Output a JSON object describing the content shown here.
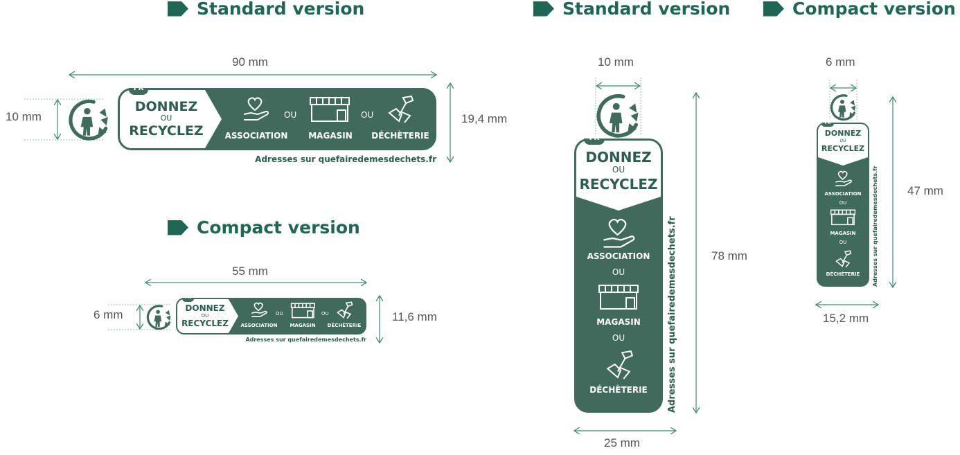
{
  "sections": {
    "standard_h_title": "Standard version",
    "compact_h_title": "Compact version",
    "standard_v_title": "Standard version",
    "compact_v_title": "Compact version"
  },
  "label": {
    "fr": "FR",
    "donnez": "DONNEZ",
    "ou": "OU",
    "recyclez": "RECYCLEZ",
    "association": "ASSOCIATION",
    "magasin": "MAGASIN",
    "decheterie": "DÉCHÈTERIE",
    "url": "Adresses sur quefairedemesdechets.fr"
  },
  "dimensions": {
    "sh_width": "90 mm",
    "sh_logo": "10 mm",
    "sh_height": "19,4 mm",
    "ch_width": "55 mm",
    "ch_logo": "6 mm",
    "ch_height": "11,6 mm",
    "sv_logo": "10 mm",
    "sv_height": "78 mm",
    "sv_width": "25 mm",
    "cv_logo": "6 mm",
    "cv_height": "47 mm",
    "cv_width": "15,2 mm"
  },
  "colors": {
    "accent": "#1f6654",
    "label_bg": "#3f6a5c",
    "text_dark": "#2b5e50",
    "dim_line": "#3f8a76"
  }
}
